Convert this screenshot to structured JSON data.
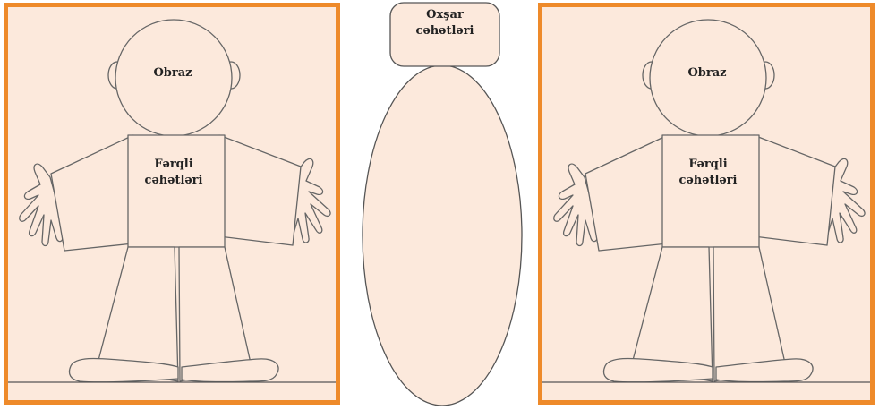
{
  "left_figure": {
    "head_label": "Obraz",
    "body_label_line1": "Fərqli",
    "body_label_line2": "cəhətləri"
  },
  "right_figure": {
    "head_label": "Obraz",
    "body_label_line1": "Fərqli",
    "body_label_line2": "cəhətləri"
  },
  "center": {
    "label_line1": "Oxşar",
    "label_line2": "cəhətləri"
  },
  "colors": {
    "frame": "#ee8a2a",
    "fill": "#fce9dc",
    "line": "#555555"
  }
}
